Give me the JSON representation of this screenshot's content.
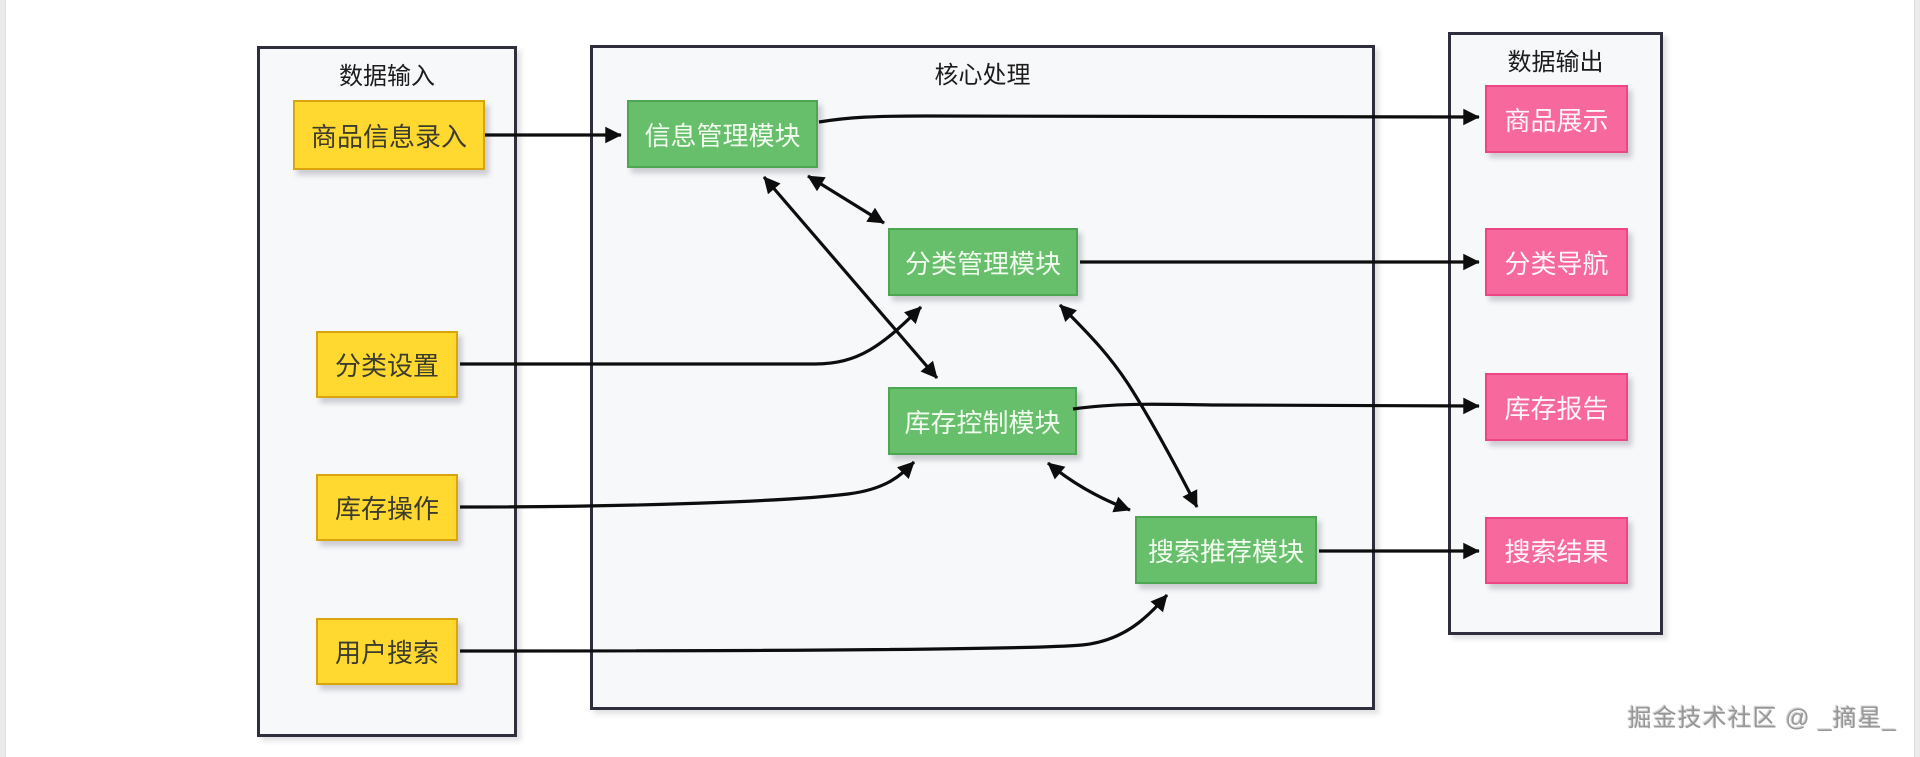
{
  "watermark": "掘金技术社区 @ _摘星_",
  "groups": {
    "input": {
      "title": "数据输入",
      "nodes": [
        {
          "label": "商品信息录入"
        },
        {
          "label": "分类设置"
        },
        {
          "label": "库存操作"
        },
        {
          "label": "用户搜索"
        }
      ]
    },
    "process": {
      "title": "核心处理",
      "nodes": [
        {
          "label": "信息管理模块"
        },
        {
          "label": "分类管理模块"
        },
        {
          "label": "库存控制模块"
        },
        {
          "label": "搜索推荐模块"
        }
      ]
    },
    "output": {
      "title": "数据输出",
      "nodes": [
        {
          "label": "商品展示"
        },
        {
          "label": "分类导航"
        },
        {
          "label": "库存报告"
        },
        {
          "label": "搜索结果"
        }
      ]
    }
  },
  "edges": [
    {
      "from": "商品信息录入",
      "to": "信息管理模块",
      "bidirectional": false
    },
    {
      "from": "分类设置",
      "to": "分类管理模块",
      "bidirectional": false
    },
    {
      "from": "库存操作",
      "to": "库存控制模块",
      "bidirectional": false
    },
    {
      "from": "用户搜索",
      "to": "搜索推荐模块",
      "bidirectional": false
    },
    {
      "from": "信息管理模块",
      "to": "分类管理模块",
      "bidirectional": true
    },
    {
      "from": "信息管理模块",
      "to": "库存控制模块",
      "bidirectional": true
    },
    {
      "from": "分类管理模块",
      "to": "搜索推荐模块",
      "bidirectional": true
    },
    {
      "from": "库存控制模块",
      "to": "搜索推荐模块",
      "bidirectional": true
    },
    {
      "from": "信息管理模块",
      "to": "商品展示",
      "bidirectional": false
    },
    {
      "from": "分类管理模块",
      "to": "分类导航",
      "bidirectional": false
    },
    {
      "from": "库存控制模块",
      "to": "库存报告",
      "bidirectional": false
    },
    {
      "from": "搜索推荐模块",
      "to": "搜索结果",
      "bidirectional": false
    }
  ],
  "colors": {
    "background": "#ffffff",
    "container_fill": "#f7f8fa",
    "container_border": "#2e2e3d",
    "input_fill": "#ffd92f",
    "input_border": "#d9a40d",
    "process_fill": "#67bf6c",
    "process_border": "#4da653",
    "output_fill": "#f7689c",
    "output_border": "#ee4584",
    "arrow": "#0d0d0d",
    "watermark_text": "#979797"
  }
}
